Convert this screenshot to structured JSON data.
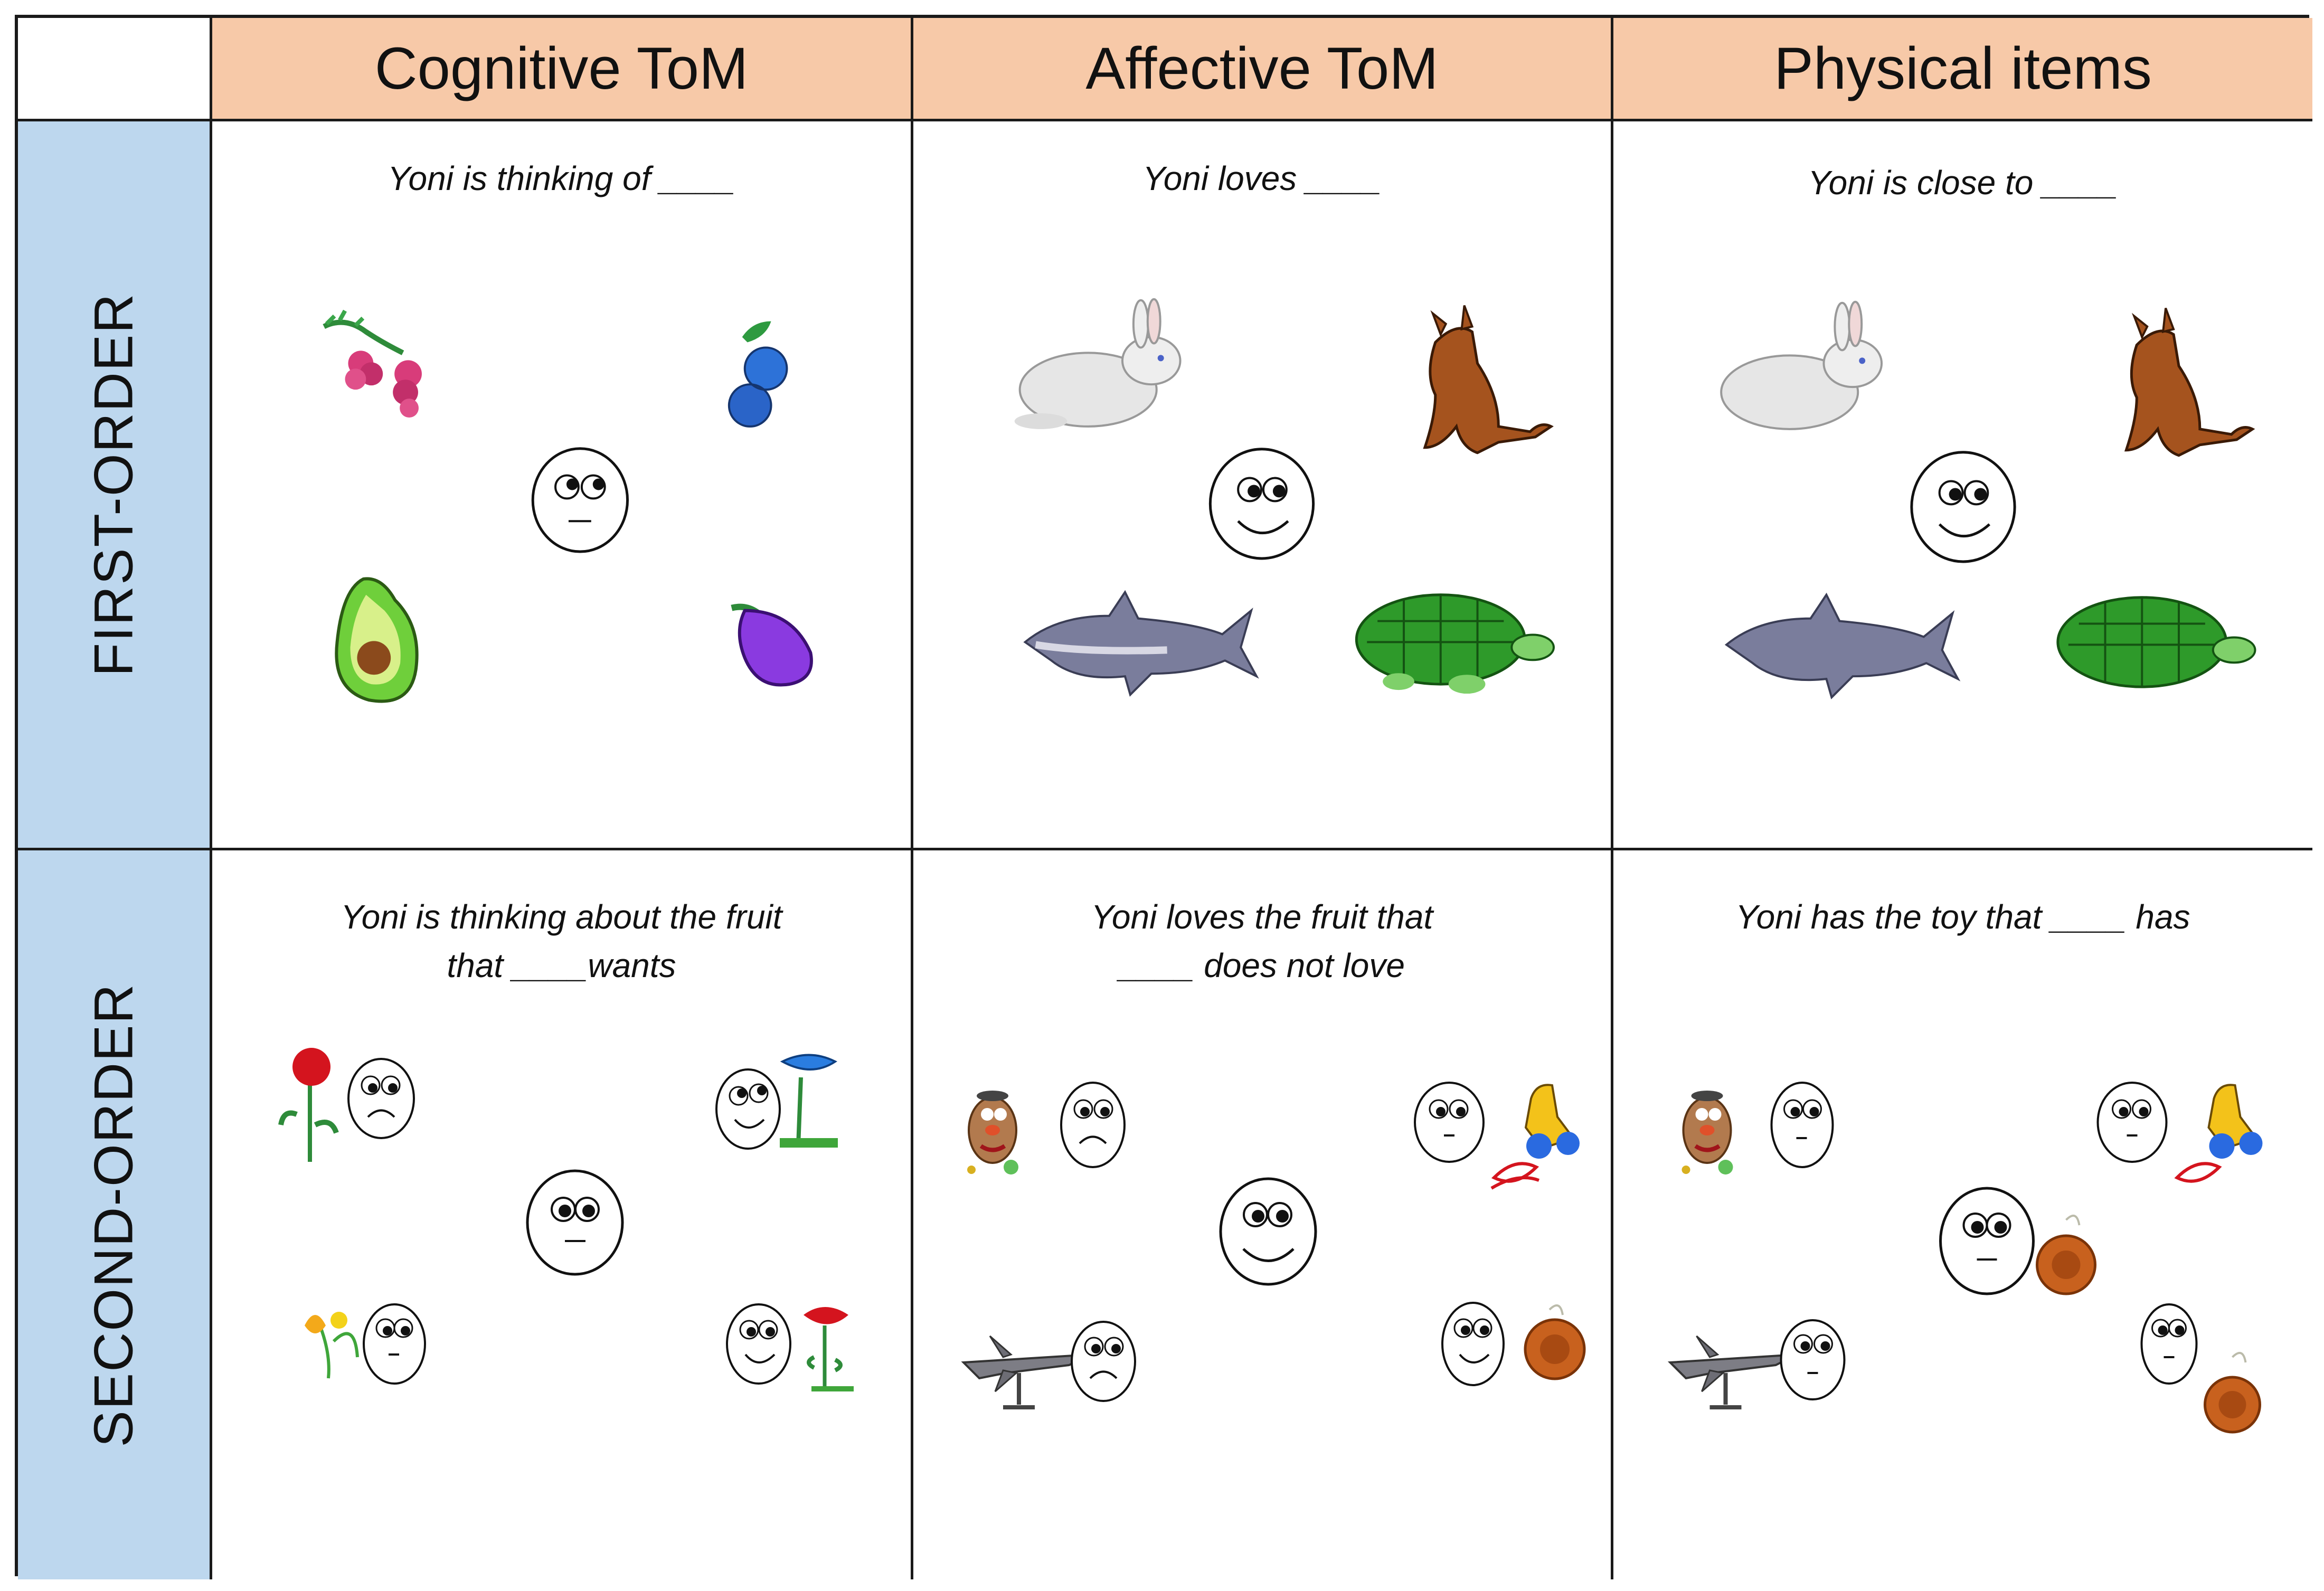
{
  "columns": [
    "Cognitive ToM",
    "Affective ToM",
    "Physical items"
  ],
  "rows": [
    "FIRST-ORDER",
    "SECOND-ORDER"
  ],
  "prompts": {
    "first_cognitive": "Yoni is thinking of ____",
    "first_affective": "Yoni loves ____",
    "first_physical": "Yoni is close to ____",
    "second_cognitive_l1": "Yoni is thinking about the fruit",
    "second_cognitive_l2": "that  ____wants",
    "second_affective_l1": "Yoni loves the fruit that",
    "second_affective_l2": "____ does not love",
    "second_physical": "Yoni has the toy that  ____ has"
  },
  "colors": {
    "header_fill": "#f7c9a8",
    "row_label_fill": "#bdd7ee",
    "border": "#1a1a1a"
  },
  "icons": {
    "first_cognitive": [
      "raspberry-icon",
      "blueberry-icon",
      "avocado-icon",
      "eggplant-icon",
      "thinking-face-icon"
    ],
    "first_affective": [
      "rabbit-icon",
      "donkey-icon",
      "shark-icon",
      "turtle-icon",
      "smiling-face-icon"
    ],
    "first_physical": [
      "rabbit-icon",
      "donkey-icon",
      "shark-icon",
      "turtle-icon",
      "smiling-face-icon"
    ],
    "second_cognitive": [
      "rose-icon",
      "blue-flower-icon",
      "yellow-flower-icon",
      "red-flower-icon",
      "frown-face-icon",
      "smile-face-icon",
      "neutral-face-icon"
    ],
    "second_affective": [
      "potato-toy-icon",
      "giraffe-toy-icon",
      "airplane-toy-icon",
      "yoyo-icon",
      "frown-face-icon",
      "smile-face-icon",
      "neutral-face-icon"
    ],
    "second_physical": [
      "potato-toy-icon",
      "giraffe-toy-icon",
      "airplane-toy-icon",
      "yoyo-icon",
      "neutral-face-icon"
    ]
  }
}
